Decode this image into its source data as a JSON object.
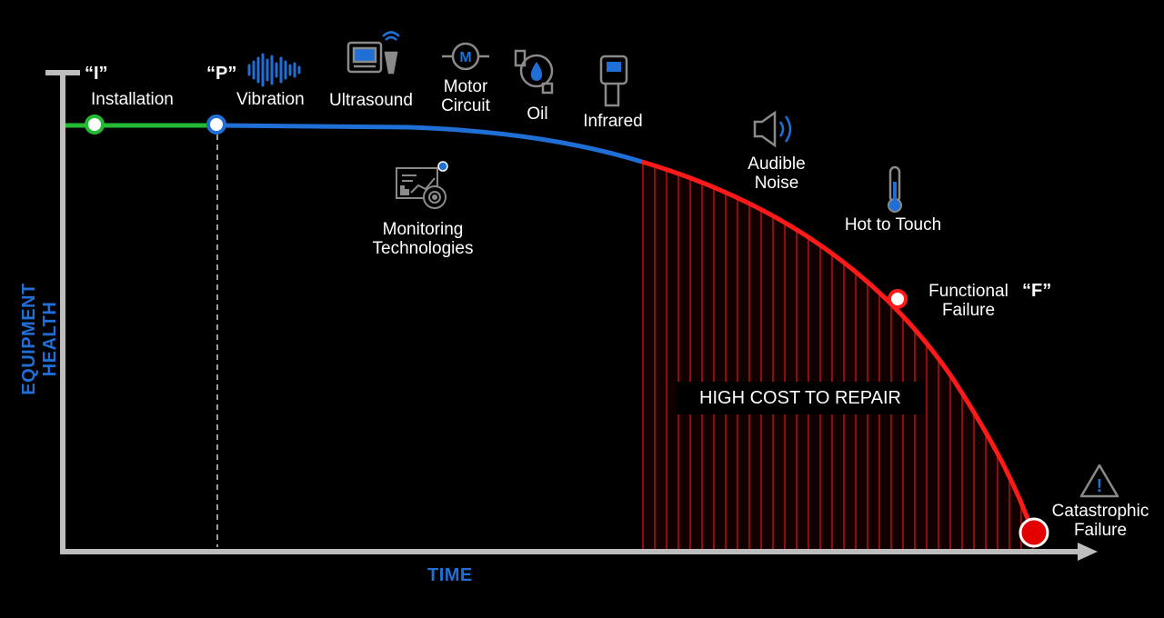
{
  "axes": {
    "y_title": "EQUIPMENT HEALTH",
    "x_title": "TIME"
  },
  "points": {
    "i": {
      "mark": "“I”",
      "label": "Installation"
    },
    "p": {
      "mark": "“P”",
      "label": "Vibration"
    },
    "f": {
      "mark": "“F”",
      "label_1": "Functional",
      "label_2": "Failure"
    },
    "catastrophic": {
      "label_1": "Catastrophic",
      "label_2": "Failure"
    }
  },
  "technologies": {
    "ultrasound": "Ultrasound",
    "motor_1": "Motor",
    "motor_2": "Circuit",
    "motor_glyph": "M",
    "oil": "Oil",
    "infrared": "Infrared",
    "monitoring_1": "Monitoring",
    "monitoring_2": "Technologies"
  },
  "symptoms": {
    "audible_1": "Audible",
    "audible_2": "Noise",
    "hot": "Hot to Touch"
  },
  "region": {
    "label": "HIGH COST TO REPAIR"
  },
  "warning_glyph": "!",
  "colors": {
    "axis": "#bdbdbd",
    "green": "#22bb33",
    "blue": "#1f6fd6",
    "red": "#ff1a1a",
    "hatch": "#8b0d0d",
    "icon": "#8a8a8a"
  },
  "icons": [
    "vibration-wave-icon",
    "ultrasound-device-icon",
    "motor-icon",
    "oil-drop-icon",
    "infrared-gun-icon",
    "monitoring-screen-icon",
    "speaker-icon",
    "thermometer-icon",
    "warning-triangle-icon"
  ]
}
